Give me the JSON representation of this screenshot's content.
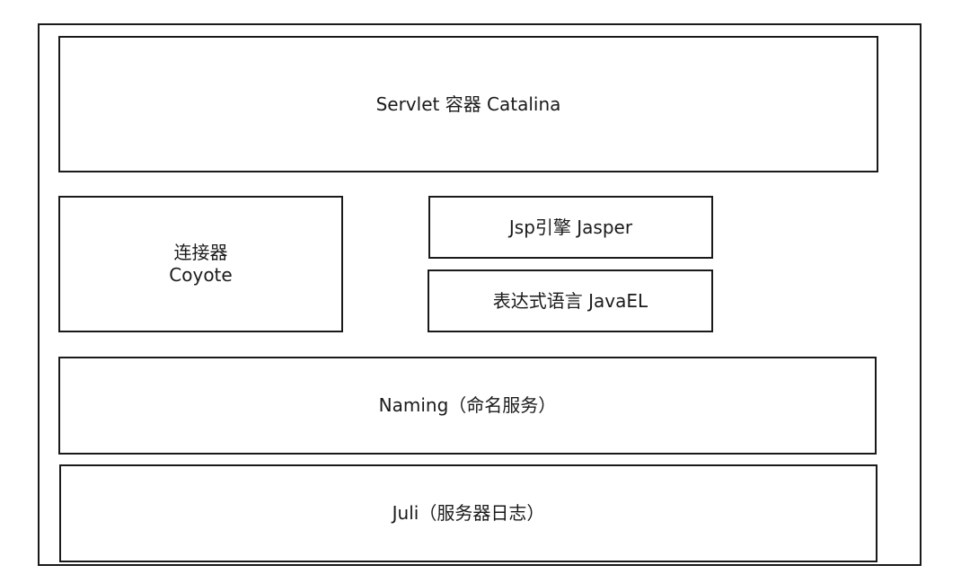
{
  "diagram": {
    "servlet": "Servlet 容器 Catalina",
    "coyote": {
      "line1": "连接器",
      "line2": "Coyote"
    },
    "jasper": "Jsp引擎 Jasper",
    "javael": "表达式语言 JavaEL",
    "naming": "Naming（命名服务）",
    "juli": "Juli（服务器日志）"
  }
}
